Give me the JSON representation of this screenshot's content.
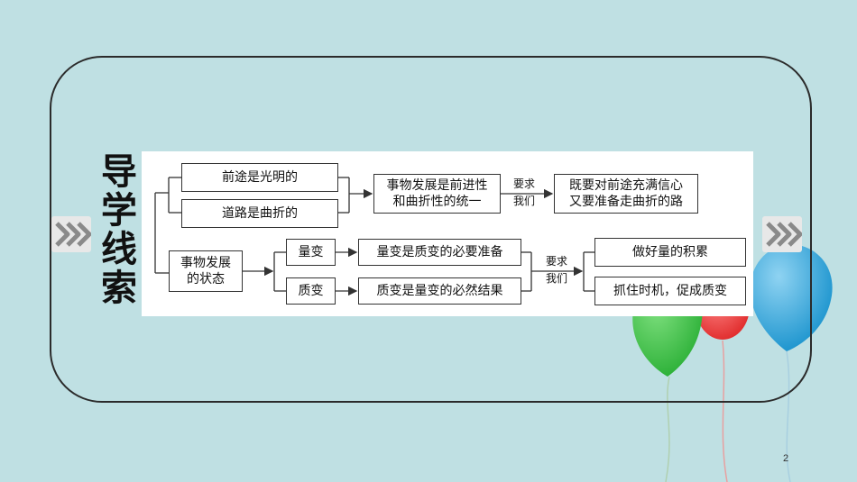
{
  "slide": {
    "title_chars": [
      "导",
      "学",
      "线",
      "索"
    ],
    "page_number": "2"
  },
  "diagram": {
    "box_bright": "前途是光明的",
    "box_tortuous": "道路是曲折的",
    "box_unity_line1": "事物发展是前进性",
    "box_unity_line2": "和曲折性的统一",
    "req1_line1": "要求",
    "req1_line2": "我们",
    "box_attitude_line1": "既要对前途充满信心",
    "box_attitude_line2": "又要准备走曲折的路",
    "box_state_line1": "事物发展",
    "box_state_line2": "的状态",
    "box_quantitative": "量变",
    "box_qualitative": "质变",
    "box_quant_prep": "量变是质变的必要准备",
    "box_qual_result": "质变是量变的必然结果",
    "req2_line1": "要求",
    "req2_line2": "我们",
    "box_accumulate": "做好量的积累",
    "box_seize": "抓住时机，促成质变"
  },
  "colors": {
    "background": "#bfe0e3",
    "balloon_green": "#3cc24a",
    "balloon_red": "#ee3e3e",
    "balloon_blue": "#2aa7dd"
  },
  "icons": {
    "left_nav": "double-chevron-right-icon",
    "right_nav": "double-chevron-right-icon"
  }
}
